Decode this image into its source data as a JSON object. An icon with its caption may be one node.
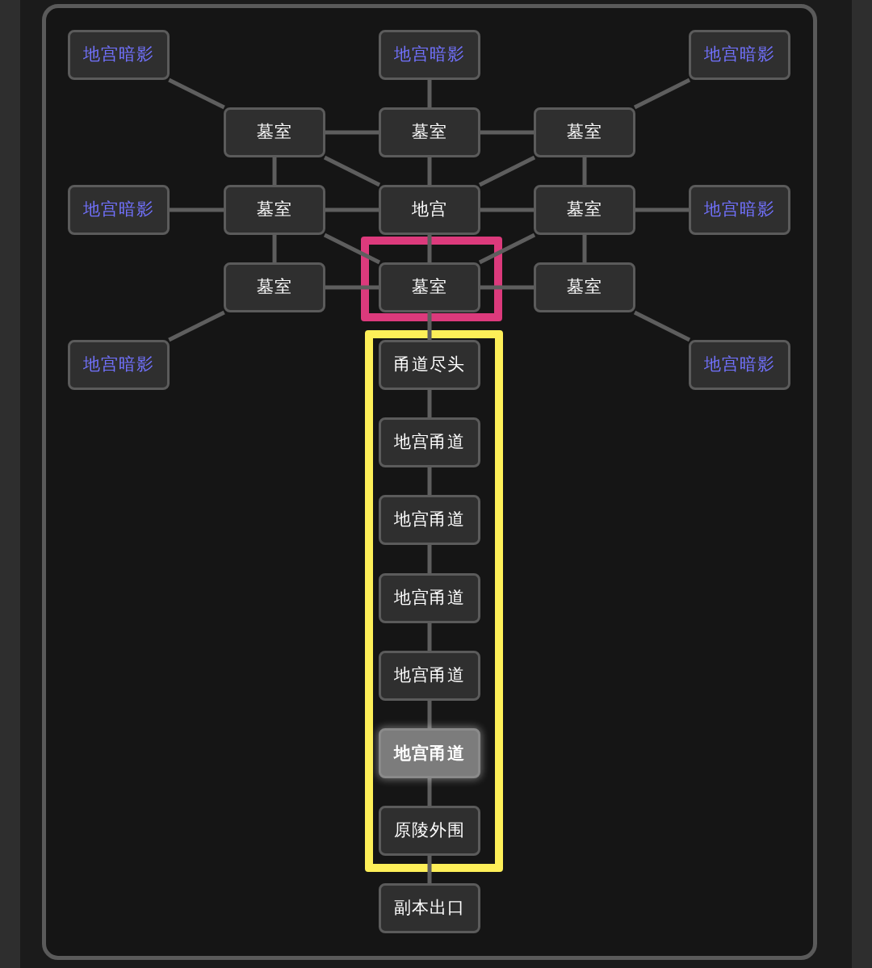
{
  "diagram": {
    "nodes": [
      {
        "text": [
          "地宫暗影"
        ]
      },
      {
        "text": [
          "地宫暗影"
        ]
      },
      {
        "text": [
          "地宫暗影"
        ]
      },
      {
        "text": [
          "墓室"
        ]
      },
      {
        "text": [
          "墓室"
        ]
      },
      {
        "text": [
          "墓室"
        ]
      },
      {
        "text": [
          "地宫暗影"
        ]
      },
      {
        "text": [
          "墓室"
        ]
      },
      {
        "text": [
          "地宫"
        ]
      },
      {
        "text": [
          "墓室"
        ]
      },
      {
        "text": [
          "地宫暗影"
        ]
      },
      {
        "text": [
          "墓室"
        ]
      },
      {
        "text": [],
        "shape": "box"
      },
      {
        "text": [
          "墓室"
        ],
        "in": 12
      },
      {
        "text": [
          "墓室"
        ]
      },
      {
        "text": [
          "地宫暗影"
        ]
      },
      {
        "text": [],
        "shape": "box"
      },
      {
        "text": [
          "甬道尽头"
        ],
        "in": 16
      },
      {
        "text": [
          "地宫暗影"
        ]
      },
      {
        "text": [
          "地宫甬道"
        ],
        "in": 16
      },
      {
        "text": [
          "地宫甬道"
        ],
        "in": 16
      },
      {
        "text": [
          "地宫甬道"
        ],
        "in": 16
      },
      {
        "text": [
          "地宫甬道"
        ],
        "in": 16
      },
      {
        "text": [
          "地宫甬道"
        ],
        "in": 16
      },
      {
        "text": [
          "原陵外围"
        ],
        "in": 16
      },
      {
        "text": [
          "副本出口"
        ]
      }
    ],
    "edges": [
      {
        "from": 0,
        "to": 3,
        "arrow": "none"
      },
      {
        "from": 1,
        "to": 4,
        "arrow": "none"
      },
      {
        "from": 2,
        "to": 5,
        "arrow": "none"
      },
      {
        "from": 3,
        "to": 4,
        "arrow": "none"
      },
      {
        "from": 4,
        "to": 5,
        "arrow": "none"
      },
      {
        "from": 3,
        "to": 7,
        "arrow": "none"
      },
      {
        "from": 3,
        "to": 8,
        "arrow": "none"
      },
      {
        "from": 4,
        "to": 8,
        "arrow": "none"
      },
      {
        "from": 5,
        "to": 8,
        "arrow": "none"
      },
      {
        "from": 5,
        "to": 9,
        "arrow": "none"
      },
      {
        "from": 6,
        "to": 7,
        "arrow": "none"
      },
      {
        "from": 7,
        "to": 8,
        "arrow": "none"
      },
      {
        "from": 8,
        "to": 9,
        "arrow": "none"
      },
      {
        "from": 9,
        "to": 10,
        "arrow": "none"
      },
      {
        "from": 7,
        "to": 11,
        "arrow": "none"
      },
      {
        "from": 7,
        "to": 13,
        "arrow": "none"
      },
      {
        "from": 8,
        "to": 13,
        "arrow": "none"
      },
      {
        "from": 9,
        "to": 13,
        "arrow": "none"
      },
      {
        "from": 9,
        "to": 14,
        "arrow": "none"
      },
      {
        "from": 11,
        "to": 13,
        "arrow": "none"
      },
      {
        "from": 13,
        "to": 14,
        "arrow": "none"
      },
      {
        "from": 11,
        "to": 15,
        "arrow": "none"
      },
      {
        "from": 14,
        "to": 18,
        "arrow": "none"
      },
      {
        "from": 13,
        "to": 17,
        "arrow": "none"
      },
      {
        "from": 17,
        "to": 19,
        "arrow": "none"
      },
      {
        "from": 19,
        "to": 20,
        "arrow": "none"
      },
      {
        "from": 20,
        "to": 21,
        "arrow": "none"
      },
      {
        "from": 21,
        "to": 22,
        "arrow": "none"
      },
      {
        "from": 22,
        "to": 23,
        "arrow": "none"
      },
      {
        "from": 23,
        "to": 24,
        "arrow": "none"
      },
      {
        "from": 24,
        "to": 25,
        "arrow": "none"
      }
    ]
  }
}
